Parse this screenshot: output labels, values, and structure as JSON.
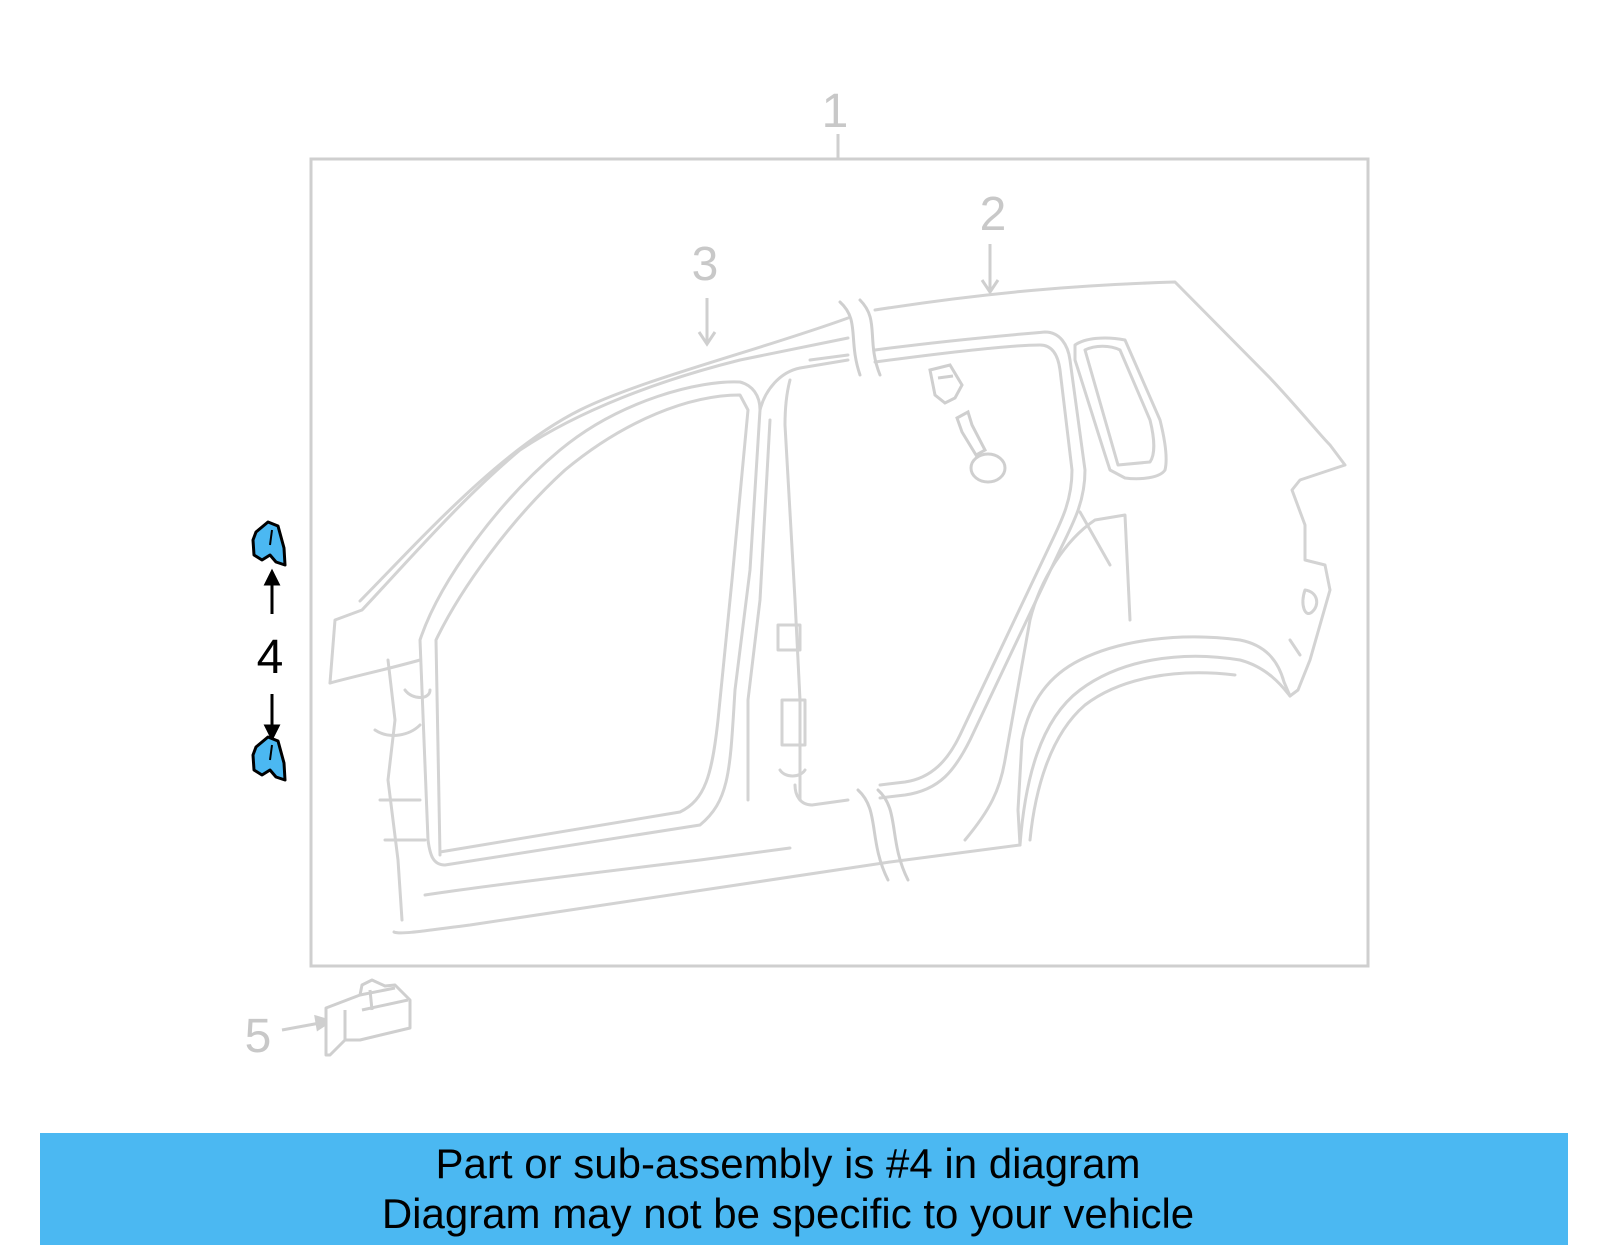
{
  "callouts": {
    "part_1": "1",
    "part_2": "2",
    "part_3": "3",
    "part_4": "4",
    "part_5": "5"
  },
  "caption": {
    "line_1": "Part or sub-assembly is #4 in diagram",
    "line_2": "Diagram may not be specific to your vehicle"
  },
  "colors": {
    "highlight": "#4bb8f2",
    "banner": "#4bb8f2",
    "line_grey": "#cfcfcf",
    "callout_grey": "#c8c8c8"
  }
}
